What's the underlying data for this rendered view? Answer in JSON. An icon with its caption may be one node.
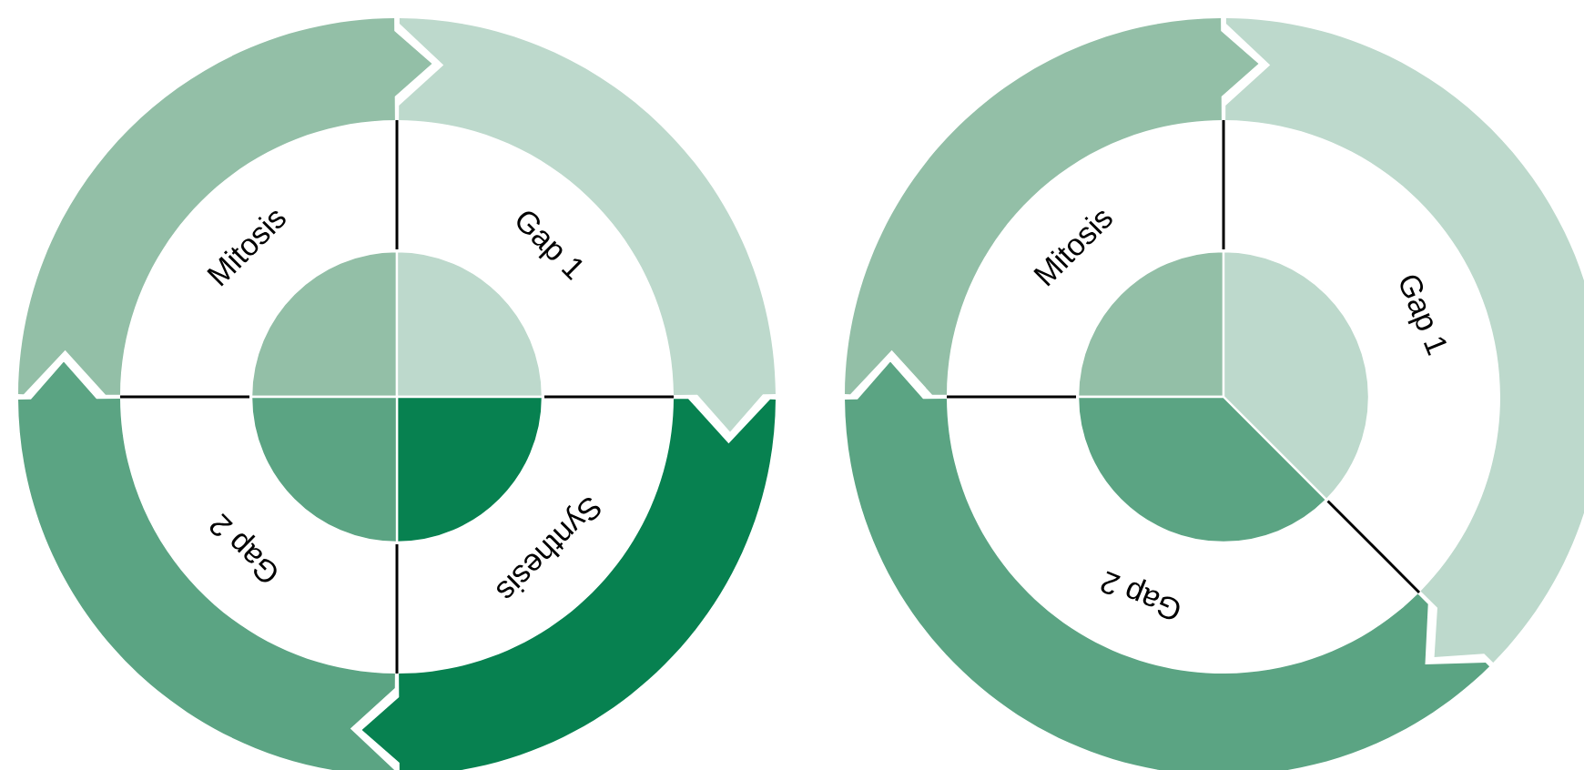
{
  "diagram": {
    "nodes": [
      {
        "text": [
          "Mitosis"
        ]
      },
      {
        "text": [
          "Gap 1"
        ]
      },
      {
        "text": [
          "Synthesis"
        ]
      },
      {
        "text": [
          "Gap 2"
        ]
      },
      {
        "text": [
          "Mitosis"
        ]
      },
      {
        "text": [
          "Gap 1"
        ]
      },
      {
        "text": [
          "Gap 2"
        ]
      }
    ],
    "edges": [
      {
        "from": 0,
        "to": 1,
        "arrow": "to",
        "color": "#93bfa7"
      },
      {
        "from": 1,
        "to": 2,
        "arrow": "to",
        "color": "#bdd9cc"
      },
      {
        "from": 2,
        "to": 3,
        "arrow": "to",
        "color": "#078150"
      },
      {
        "from": 3,
        "to": 0,
        "arrow": "to",
        "color": "#5ba483"
      },
      {
        "from": 4,
        "to": 5,
        "arrow": "to",
        "color": "#93bfa7"
      },
      {
        "from": 5,
        "to": 6,
        "arrow": "to",
        "color": "#bdd9cc"
      },
      {
        "from": 6,
        "to": 4,
        "arrow": "to",
        "color": "#5ba483"
      }
    ]
  }
}
